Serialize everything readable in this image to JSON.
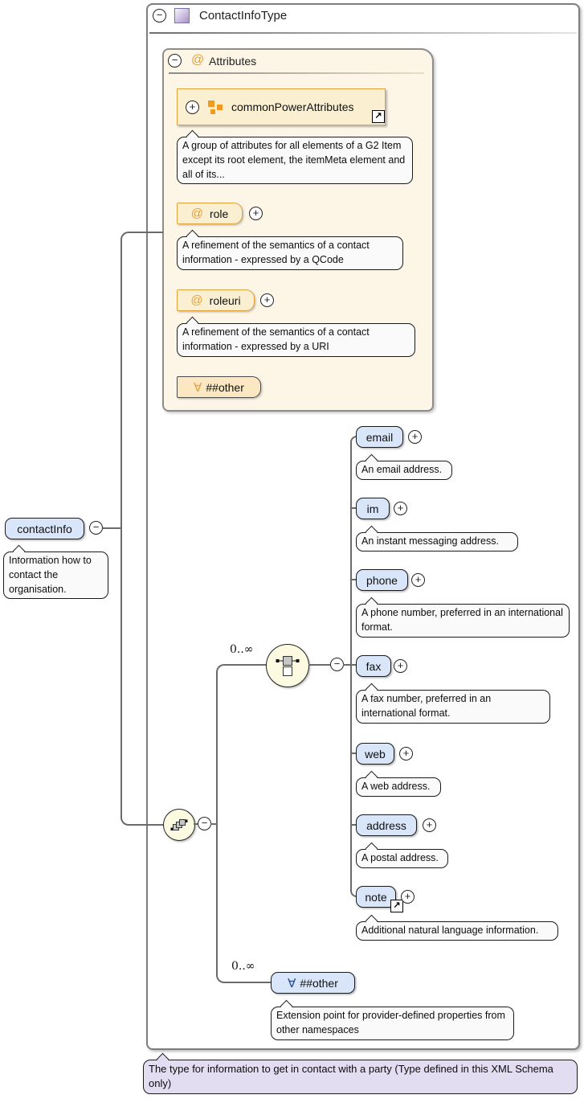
{
  "diagram": {
    "root_type": {
      "title": "ContactInfoType"
    },
    "attributes_panel": {
      "title": "Attributes",
      "common_power": {
        "label": "commonPowerAttributes",
        "doc": "A group of attributes for all elements of a G2 Item except its root element, the itemMeta element and all of its..."
      },
      "role": {
        "label": "role",
        "doc": "A refinement of the semantics of a contact information - expressed by a QCode"
      },
      "roleuri": {
        "label": "roleuri",
        "doc": "A refinement of the semantics of a contact information - expressed by a URI"
      },
      "any_attribute": {
        "label": "##other"
      }
    },
    "element": {
      "label": "contactInfo",
      "doc": "Information how to contact the organisation."
    },
    "choice": {
      "occurs": "0..∞"
    },
    "children": [
      {
        "label": "email",
        "doc": "An email address."
      },
      {
        "label": "im",
        "doc": "An instant messaging address."
      },
      {
        "label": "phone",
        "doc": "A phone number, preferred in an international format."
      },
      {
        "label": "fax",
        "doc": "A fax number, preferred in an international format."
      },
      {
        "label": "web",
        "doc": "A web address."
      },
      {
        "label": "address",
        "doc": "A postal address."
      },
      {
        "label": "note",
        "doc": "Additional natural language information."
      }
    ],
    "any_element": {
      "occurs": "0..∞",
      "label": "##other",
      "doc": "Extension point for provider-defined properties from other namespaces"
    },
    "type_doc": "The type for information to get in contact with a party (Type defined in this XML Schema only)",
    "glyphs": {
      "collapse": "−",
      "expand": "+",
      "at": "@",
      "forall": "∀",
      "ref_arrow": "↗"
    },
    "colors": {
      "element_fill": "#d9e5f8",
      "attribute_fill": "#fbefd2",
      "wildcard_attr_fill": "#fbe8c2",
      "panel_fill": "#fdf5e6",
      "doc_fill": "#fafafa",
      "type_doc_fill": "#e3ddf1",
      "accent_orange": "#e2a139",
      "forall_blue": "#224a8f",
      "connector": "#6b6b6b"
    }
  }
}
